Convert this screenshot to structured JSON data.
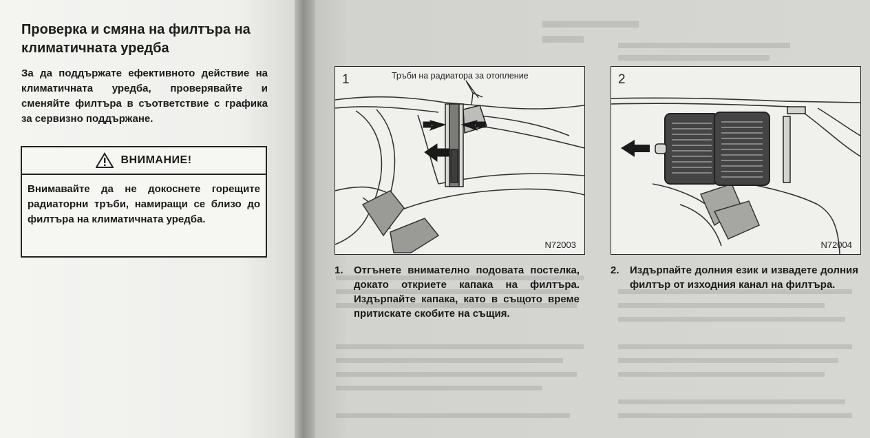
{
  "section": {
    "title": "Проверка и смяна на филтъра на климатичната уредба",
    "intro": "За да поддържате ефективното действие на климатичната уредба, проверявайте и сменяйте филтъра в съответствие с графика за сервизно поддържане."
  },
  "warning": {
    "icon": "warning-triangle-icon",
    "heading": "ВНИМАНИЕ!",
    "text": "Внимавайте да не докоснете горещите радиаторни тръби, намиращи се близо до филтъра на климатичната уредба."
  },
  "figures": [
    {
      "number": "1",
      "label": "Тръби на радиатора за отопление",
      "code": "N72003"
    },
    {
      "number": "2",
      "code": "N72004"
    }
  ],
  "steps": [
    {
      "number": "1.",
      "text": "Отгънете внимателно подовата постелка, докато откриете капака на филтъра. Издърпайте капака, като в същото време притискате скобите на същия."
    },
    {
      "number": "2.",
      "text": "Издърпайте долния език и извадете долния филтър от изходния канал на филтъра."
    }
  ]
}
